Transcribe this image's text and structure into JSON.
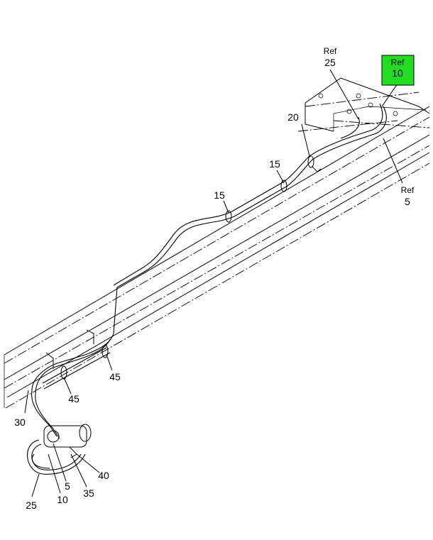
{
  "callouts": {
    "ref25_top": "Ref",
    "ref25_num": "25",
    "ref10_top": "Ref",
    "ref10_num": "10",
    "ref5_top": "Ref",
    "ref5_num": "5",
    "c20": "20",
    "c15a": "15",
    "c15b": "15",
    "c45a": "45",
    "c45b": "45",
    "c30": "30",
    "c40": "40",
    "c35": "35",
    "c5": "5",
    "c10": "10",
    "c25": "25"
  },
  "colors": {
    "highlight": "#22dd22",
    "line": "#000000"
  }
}
